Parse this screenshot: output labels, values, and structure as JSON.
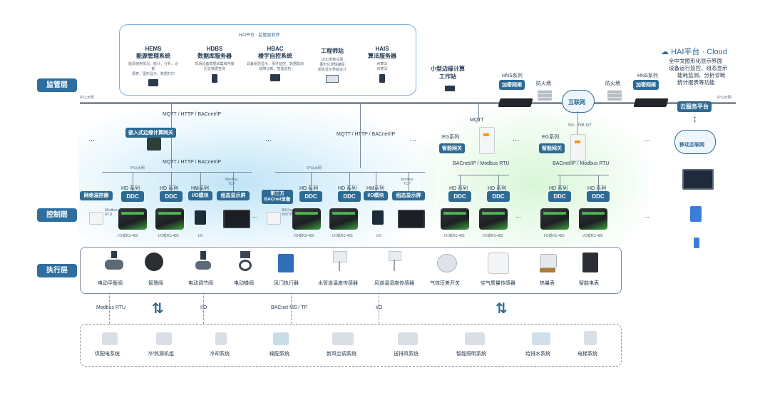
{
  "colors": {
    "accent": "#2d6a94",
    "label_bg": "#2f6f9f",
    "line": "#7b8a99"
  },
  "layers": {
    "supervision": "监管层",
    "control": "控制层",
    "execution": "执行层"
  },
  "top_box": {
    "title": "HAI平台 · 监管层软件",
    "systems": [
      {
        "name1": "HEMS",
        "name2": "能源管理系统",
        "desc": "能源使用情况，统计，分析，诊断\n报表，图形显示，数据打印"
      },
      {
        "name1": "HDBS",
        "name2": "数据库服务器",
        "desc": "现场设备数据采集和存储\n历史数据查询"
      },
      {
        "name1": "HBAC",
        "name2": "楼宇自控系统",
        "desc": "具备组态显示，事件监控，数据联动\n故障诊断，智能巡检"
      },
      {
        "name1": "工程师站",
        "name2": "",
        "desc": "DDC参数设置\n图形化逻辑编程\n组态显示界面设计"
      },
      {
        "name1": "HAIS",
        "name2": "算法服务器",
        "desc": "AI算法\nAI算法"
      }
    ]
  },
  "edge_station": {
    "line1": "小型边缘计算",
    "line2": "工作站"
  },
  "ip_ethernet": "IP以太网",
  "cloud": {
    "title": "HAI平台 · Cloud",
    "desc": [
      "全中文图形化显示界面",
      "设备运行监控、组态显示",
      "能耗监测、分析诊断",
      "统计报表等功能"
    ],
    "service": "云服务平台",
    "mobile": "移动互联网",
    "internet": "互联网",
    "nb": "5G、NB-IoT"
  },
  "hns": {
    "series": "HNS系列",
    "tag": "加密网闸"
  },
  "firewall": "防火墙",
  "protocols": {
    "mqtt_http_bacnet": "MQTT / HTTP / BACnet/IP",
    "mqtt": "MQTT",
    "bacnet_modbus": "BACnet/IP / Modbus RTU",
    "modbus_tcp": "Modbus\nTCP",
    "io_rs485": "I/O或RS-485",
    "io": "I/O",
    "modbus_rtu": "Modbus RTU",
    "bacnet_ms_tp": "BACnet MS / TP"
  },
  "embedded_gateway": "嵌入式边缘计算网关",
  "eg": {
    "series": "EG系列",
    "tag": "智能网关"
  },
  "control": {
    "network_thermostat": "网络温控器",
    "hd_series": "HD 系列",
    "ddc": "DDC",
    "hm_series": "HM系列",
    "io_module": "I/O模块",
    "display": "组态显示屏",
    "third_party": "第三方\nBACnet设备",
    "modbus": "Modbus\nRTU",
    "bacnet": "BACnet\nMS/TP"
  },
  "ellipsis": "...",
  "execution": [
    {
      "icon": "valve-icon",
      "label": "电动平衡阀"
    },
    {
      "icon": "smart-valve-icon",
      "label": "智慧阀"
    },
    {
      "icon": "regulating-valve-icon",
      "label": "电动调节阀"
    },
    {
      "icon": "butterfly-valve-icon",
      "label": "电动蝶阀"
    },
    {
      "icon": "damper-actuator-icon",
      "label": "风门执行器"
    },
    {
      "icon": "pipe-sensor-icon",
      "label": "水管道温度传感器"
    },
    {
      "icon": "duct-sensor-icon",
      "label": "风道温湿度传感器"
    },
    {
      "icon": "pressure-switch-icon",
      "label": "气体压差开关"
    },
    {
      "icon": "air-quality-icon",
      "label": "空气质量传感器"
    },
    {
      "icon": "heat-meter-icon",
      "label": "热量表"
    },
    {
      "icon": "electric-meter-icon",
      "label": "智能电表"
    }
  ],
  "systems": [
    "供配电系统",
    "冷/热源机组",
    "冷却系统",
    "输配系统",
    "新风空调系统",
    "送排风系统",
    "智能照明系统",
    "给排水系统",
    "电梯系统"
  ]
}
